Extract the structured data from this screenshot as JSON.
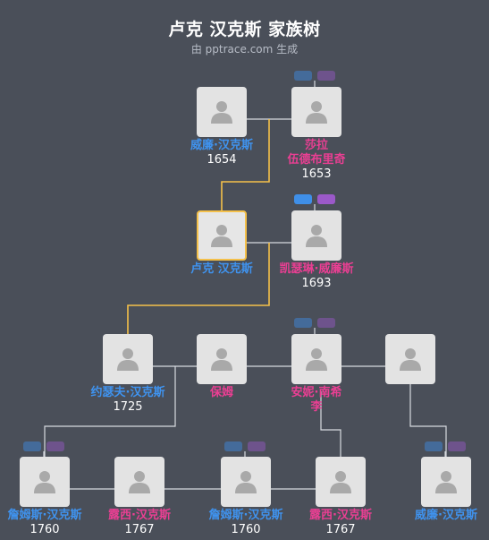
{
  "header": {
    "title": "卢克 汉克斯 家族树",
    "subtitle": "由 pptrace.com 生成"
  },
  "colors": {
    "background": "#4a4f59",
    "male": "#3f93ef",
    "female": "#ea3f93",
    "selected_line": "#f4c04a",
    "line": "#d8dbe0"
  },
  "people": [
    {
      "id": "p1",
      "name": "威廉·汉克斯",
      "year": "1654",
      "sex": "male"
    },
    {
      "id": "p2",
      "name": "莎拉",
      "name2": "伍德布里奇",
      "year": "1653",
      "sex": "female"
    },
    {
      "id": "p3",
      "name": "卢克 汉克斯",
      "year": "",
      "sex": "male",
      "selected": true
    },
    {
      "id": "p4",
      "name": "凯瑟琳·威廉斯",
      "year": "1693",
      "sex": "female"
    },
    {
      "id": "p5",
      "name": "约瑟夫·汉克斯",
      "year": "1725",
      "sex": "male"
    },
    {
      "id": "p6",
      "name": "保姆",
      "year": "",
      "sex": "female"
    },
    {
      "id": "p7",
      "name": "安妮·南希",
      "name2": "李",
      "year": "",
      "sex": "female"
    },
    {
      "id": "p8",
      "name": "",
      "year": "",
      "sex": "unknown"
    },
    {
      "id": "p9",
      "name": "詹姆斯·汉克斯",
      "year": "1760",
      "sex": "male"
    },
    {
      "id": "p10",
      "name": "露西·汉克斯",
      "year": "1767",
      "sex": "female"
    },
    {
      "id": "p11",
      "name": "詹姆斯·汉克斯",
      "year": "1760",
      "sex": "male"
    },
    {
      "id": "p12",
      "name": "露西·汉克斯",
      "year": "1767",
      "sex": "female"
    },
    {
      "id": "p13",
      "name": "威廉·汉克斯",
      "year": "",
      "sex": "male"
    }
  ],
  "icons": {
    "avatar": "person-silhouette-icon",
    "parents_toggle": "parents-toggle-icon"
  }
}
